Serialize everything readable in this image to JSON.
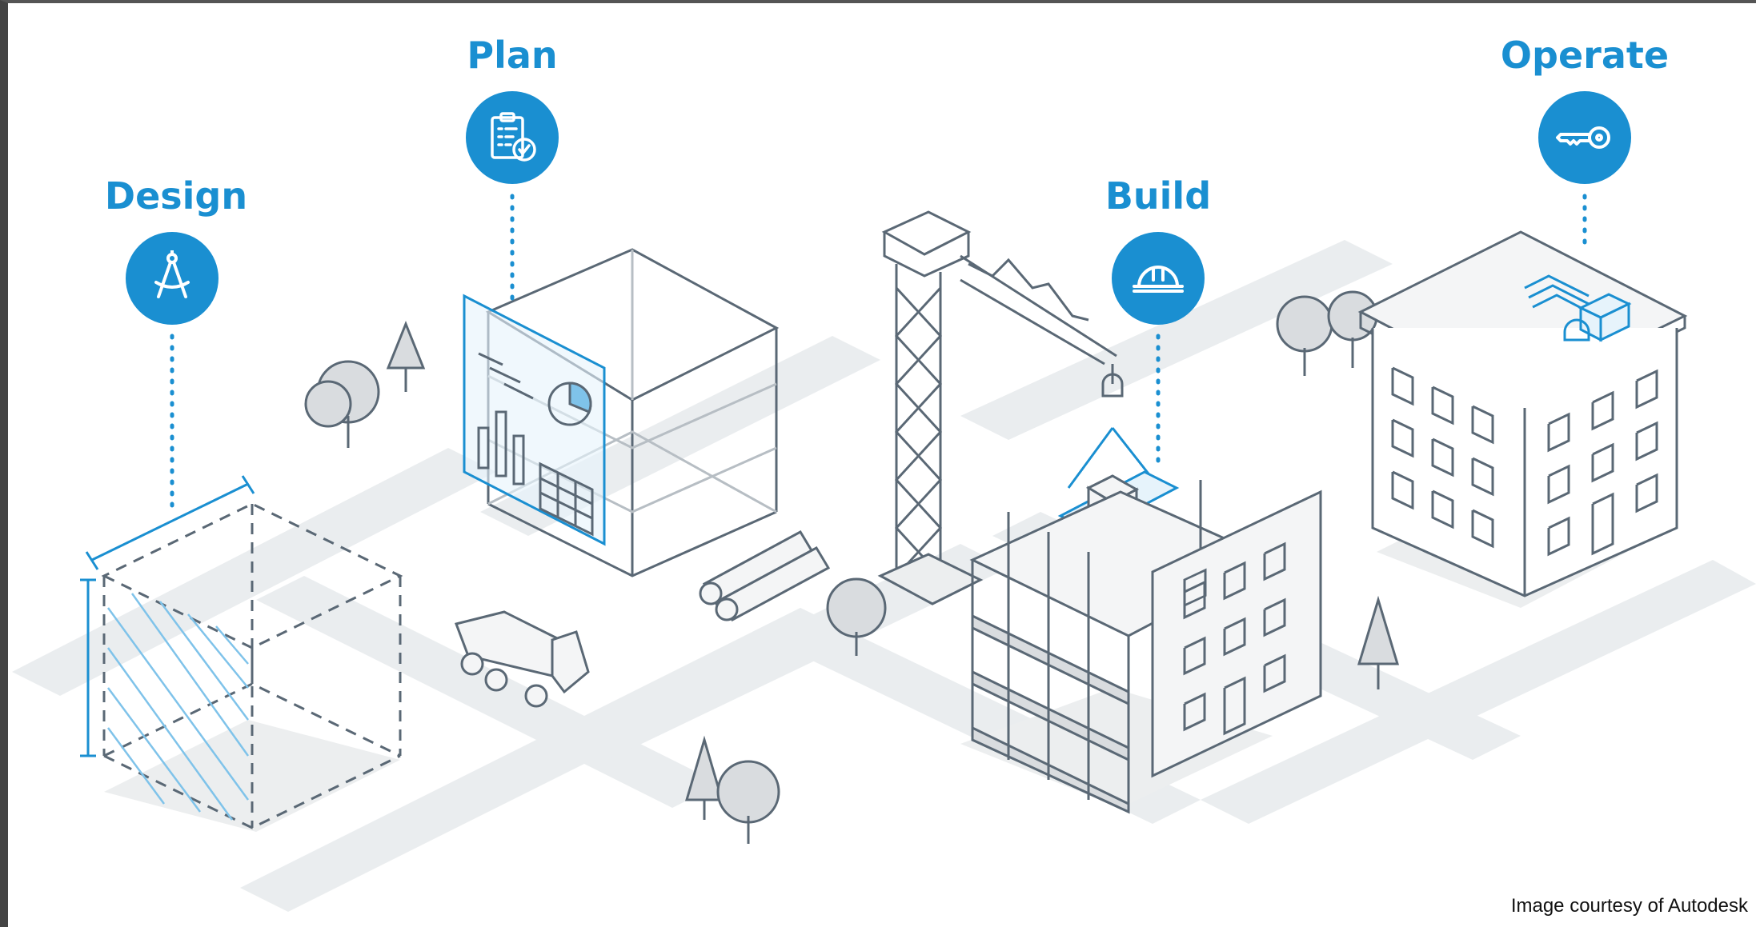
{
  "stages": [
    {
      "id": "design",
      "label": "Design",
      "icon": "drafting-compass-icon"
    },
    {
      "id": "plan",
      "label": "Plan",
      "icon": "clipboard-checklist-icon"
    },
    {
      "id": "build",
      "label": "Build",
      "icon": "hard-hat-icon"
    },
    {
      "id": "operate",
      "label": "Operate",
      "icon": "key-icon"
    }
  ],
  "credit": "Image courtesy of Autodesk",
  "colors": {
    "accent": "#1a8fd1",
    "line": "#5a6875",
    "road": "#e9ecee",
    "fill": "#d9dcdf"
  }
}
